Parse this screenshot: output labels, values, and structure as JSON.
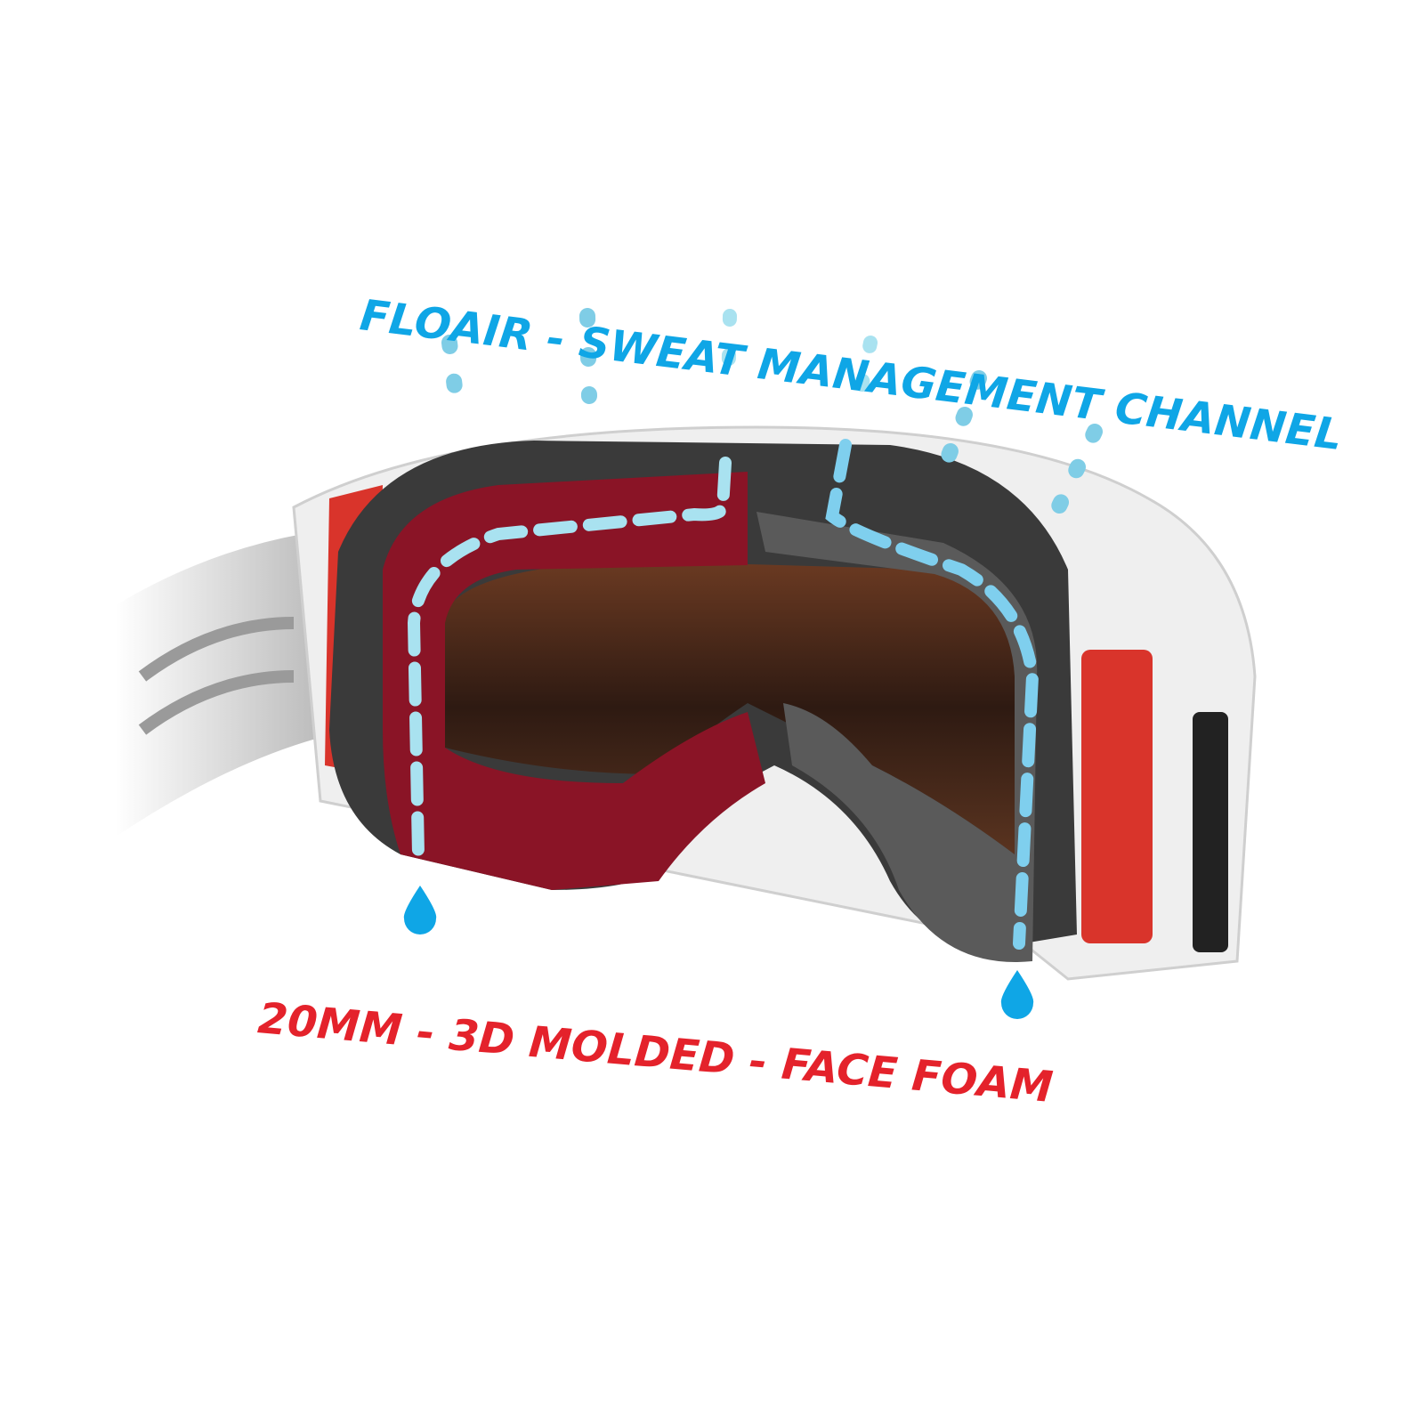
{
  "labels": {
    "top": "FLOAIR - SWEAT MANAGEMENT CHANNEL",
    "bottom": "20MM - 3D MOLDED - FACE FOAM"
  },
  "colors": {
    "blue": "#0fa6e6",
    "red": "#e4222b",
    "foam_red": "#8a1426",
    "foam_dark": "#3a3a3a",
    "frame_white": "#eeeeee",
    "lens": "#3c2418"
  },
  "icons": [
    "sweat-drop-icon",
    "goggle-illustration"
  ]
}
